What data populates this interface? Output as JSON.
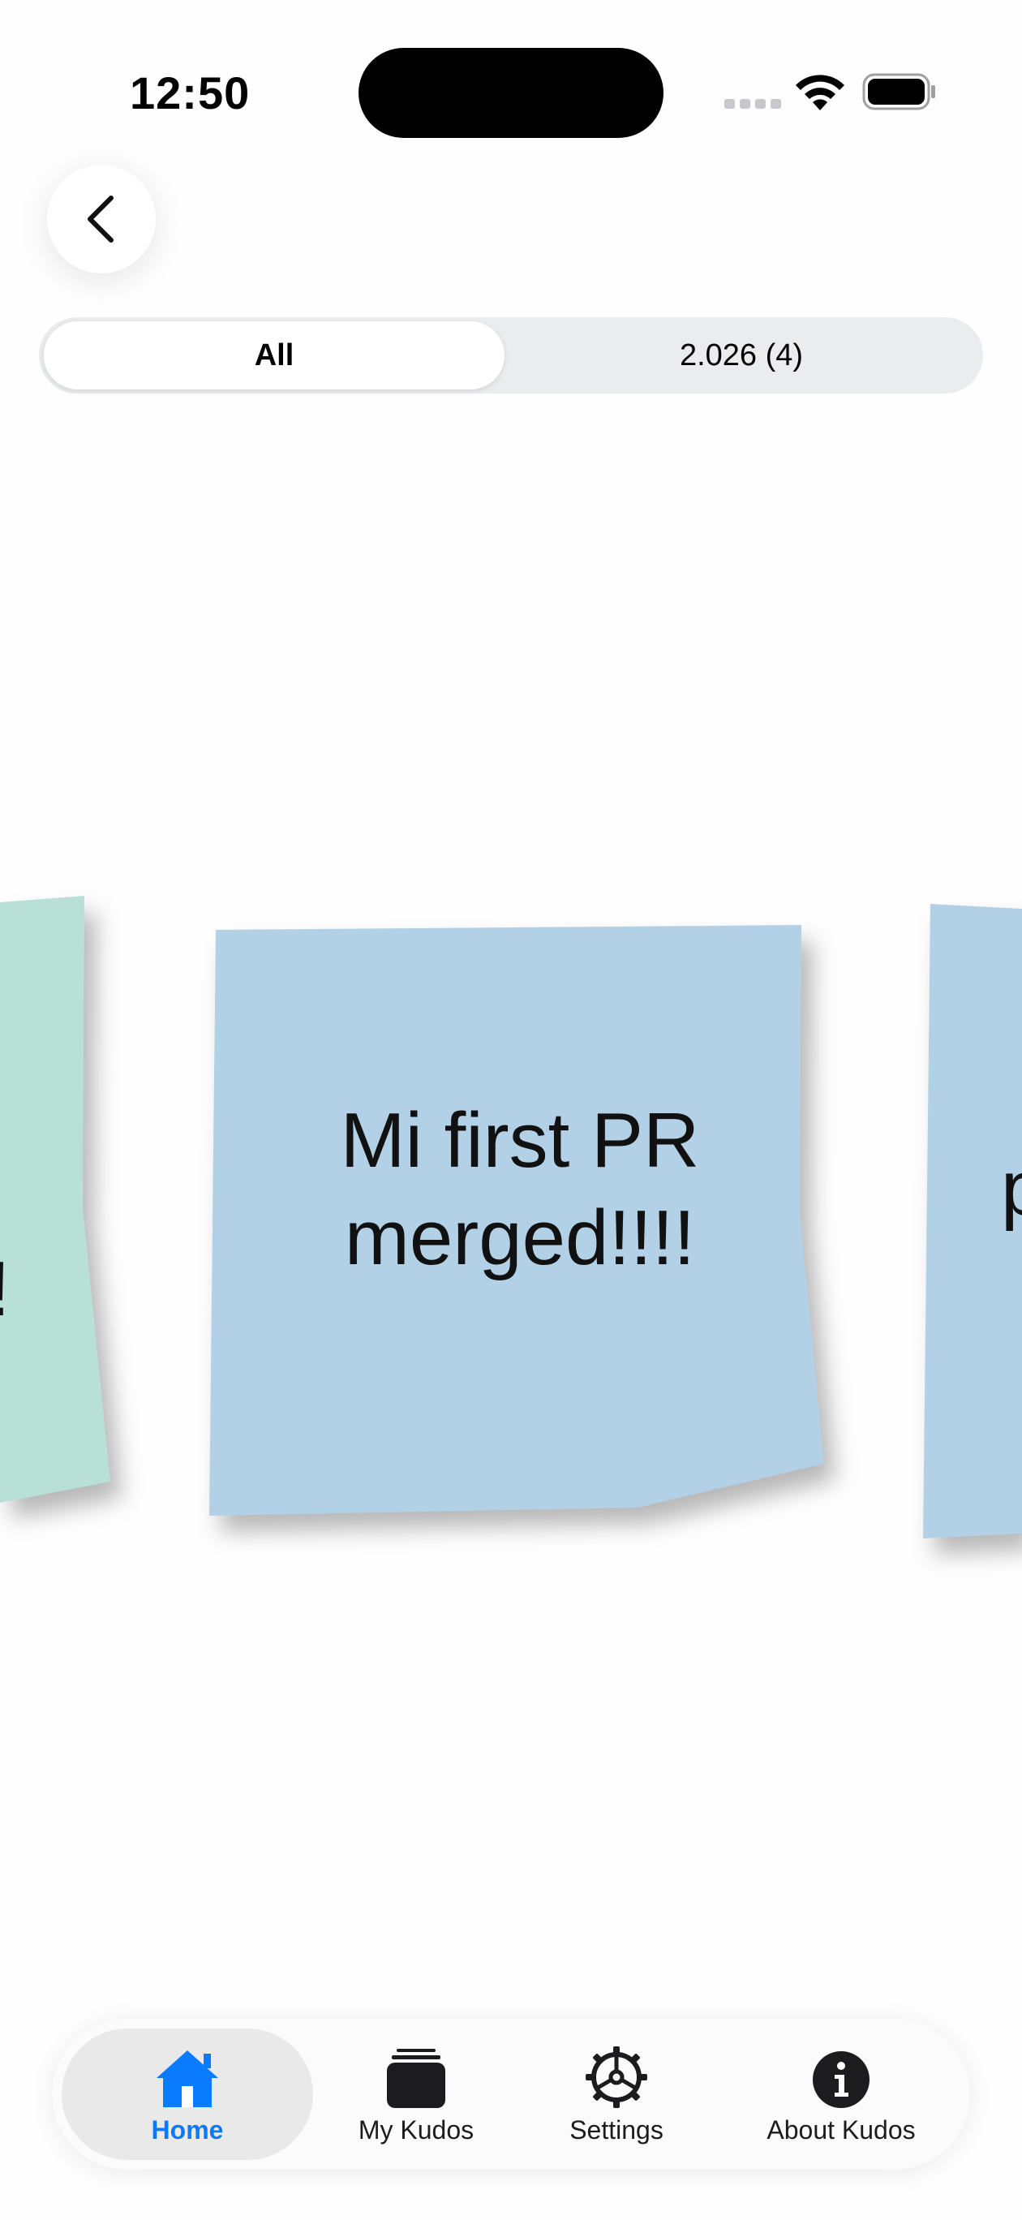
{
  "status_bar": {
    "time": "12:50"
  },
  "nav": {
    "back_icon": "chevron-left-icon"
  },
  "segmented_control": {
    "options": [
      {
        "label": "All",
        "selected": true
      },
      {
        "label": "2.026 (4)",
        "selected": false
      }
    ]
  },
  "cards": {
    "previous": {
      "visible_text": "!",
      "color": "#b9e0d6"
    },
    "current": {
      "line1": "Mi first PR",
      "line2": "merged!!!!",
      "color": "#b3d1e6"
    },
    "next": {
      "visible_text": "p",
      "color": "#b3d1e6"
    }
  },
  "tab_bar": {
    "accent_color": "#0a7aff",
    "items": [
      {
        "label": "Home",
        "icon": "house-icon",
        "active": true
      },
      {
        "label": "My Kudos",
        "icon": "stack-icon",
        "active": false
      },
      {
        "label": "Settings",
        "icon": "gear-icon",
        "active": false
      },
      {
        "label": "About Kudos",
        "icon": "info-icon",
        "active": false
      }
    ]
  }
}
